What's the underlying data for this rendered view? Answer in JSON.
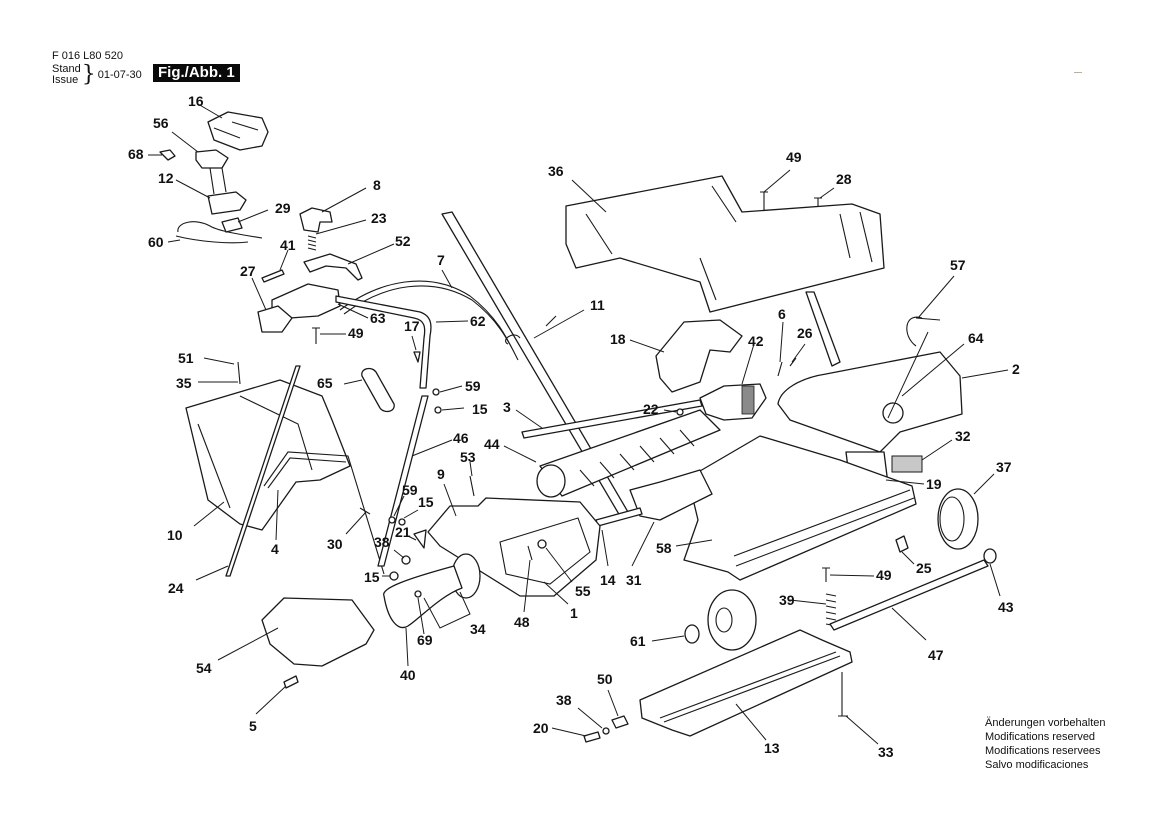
{
  "header": {
    "doc_number": "F 016 L80 520",
    "stand_label": "Stand",
    "issue_label": "Issue",
    "issue_date": "01-07-30",
    "figure_label": "Fig./Abb. 1"
  },
  "footer": {
    "notes": [
      "Änderungen vorbehalten",
      "Modifications reserved",
      "Modifications reservees",
      "Salvo modificaciones"
    ]
  },
  "diagram": {
    "title": "Exploded parts view – lawn scarifier",
    "callouts": [
      {
        "id": "16",
        "label": "16"
      },
      {
        "id": "56",
        "label": "56"
      },
      {
        "id": "68",
        "label": "68"
      },
      {
        "id": "12",
        "label": "12"
      },
      {
        "id": "29",
        "label": "29"
      },
      {
        "id": "60",
        "label": "60"
      },
      {
        "id": "8",
        "label": "8"
      },
      {
        "id": "23",
        "label": "23"
      },
      {
        "id": "52",
        "label": "52"
      },
      {
        "id": "41",
        "label": "41"
      },
      {
        "id": "27",
        "label": "27"
      },
      {
        "id": "63",
        "label": "63"
      },
      {
        "id": "49a",
        "label": "49"
      },
      {
        "id": "7",
        "label": "7"
      },
      {
        "id": "62",
        "label": "62"
      },
      {
        "id": "17",
        "label": "17"
      },
      {
        "id": "11",
        "label": "11"
      },
      {
        "id": "36",
        "label": "36"
      },
      {
        "id": "49b",
        "label": "49"
      },
      {
        "id": "28",
        "label": "28"
      },
      {
        "id": "57",
        "label": "57"
      },
      {
        "id": "64",
        "label": "64"
      },
      {
        "id": "2",
        "label": "2"
      },
      {
        "id": "18",
        "label": "18"
      },
      {
        "id": "42",
        "label": "42"
      },
      {
        "id": "6",
        "label": "6"
      },
      {
        "id": "26",
        "label": "26"
      },
      {
        "id": "51",
        "label": "51"
      },
      {
        "id": "35",
        "label": "35"
      },
      {
        "id": "65",
        "label": "65"
      },
      {
        "id": "59a",
        "label": "59"
      },
      {
        "id": "15a",
        "label": "15"
      },
      {
        "id": "3",
        "label": "3"
      },
      {
        "id": "22",
        "label": "22"
      },
      {
        "id": "46",
        "label": "46"
      },
      {
        "id": "44",
        "label": "44"
      },
      {
        "id": "53",
        "label": "53"
      },
      {
        "id": "9",
        "label": "9"
      },
      {
        "id": "59b",
        "label": "59"
      },
      {
        "id": "15b",
        "label": "15"
      },
      {
        "id": "10",
        "label": "10"
      },
      {
        "id": "4",
        "label": "4"
      },
      {
        "id": "30",
        "label": "30"
      },
      {
        "id": "21",
        "label": "21"
      },
      {
        "id": "38a",
        "label": "38"
      },
      {
        "id": "15c",
        "label": "15"
      },
      {
        "id": "24",
        "label": "24"
      },
      {
        "id": "32",
        "label": "32"
      },
      {
        "id": "19",
        "label": "19"
      },
      {
        "id": "37",
        "label": "37"
      },
      {
        "id": "14",
        "label": "14"
      },
      {
        "id": "31",
        "label": "31"
      },
      {
        "id": "58",
        "label": "58"
      },
      {
        "id": "55",
        "label": "55"
      },
      {
        "id": "1",
        "label": "1"
      },
      {
        "id": "48",
        "label": "48"
      },
      {
        "id": "34",
        "label": "34"
      },
      {
        "id": "69",
        "label": "69"
      },
      {
        "id": "40",
        "label": "40"
      },
      {
        "id": "54",
        "label": "54"
      },
      {
        "id": "5",
        "label": "5"
      },
      {
        "id": "25",
        "label": "25"
      },
      {
        "id": "49c",
        "label": "49"
      },
      {
        "id": "39",
        "label": "39"
      },
      {
        "id": "43",
        "label": "43"
      },
      {
        "id": "47",
        "label": "47"
      },
      {
        "id": "61",
        "label": "61"
      },
      {
        "id": "50",
        "label": "50"
      },
      {
        "id": "38b",
        "label": "38"
      },
      {
        "id": "20",
        "label": "20"
      },
      {
        "id": "13",
        "label": "13"
      },
      {
        "id": "33",
        "label": "33"
      }
    ]
  }
}
